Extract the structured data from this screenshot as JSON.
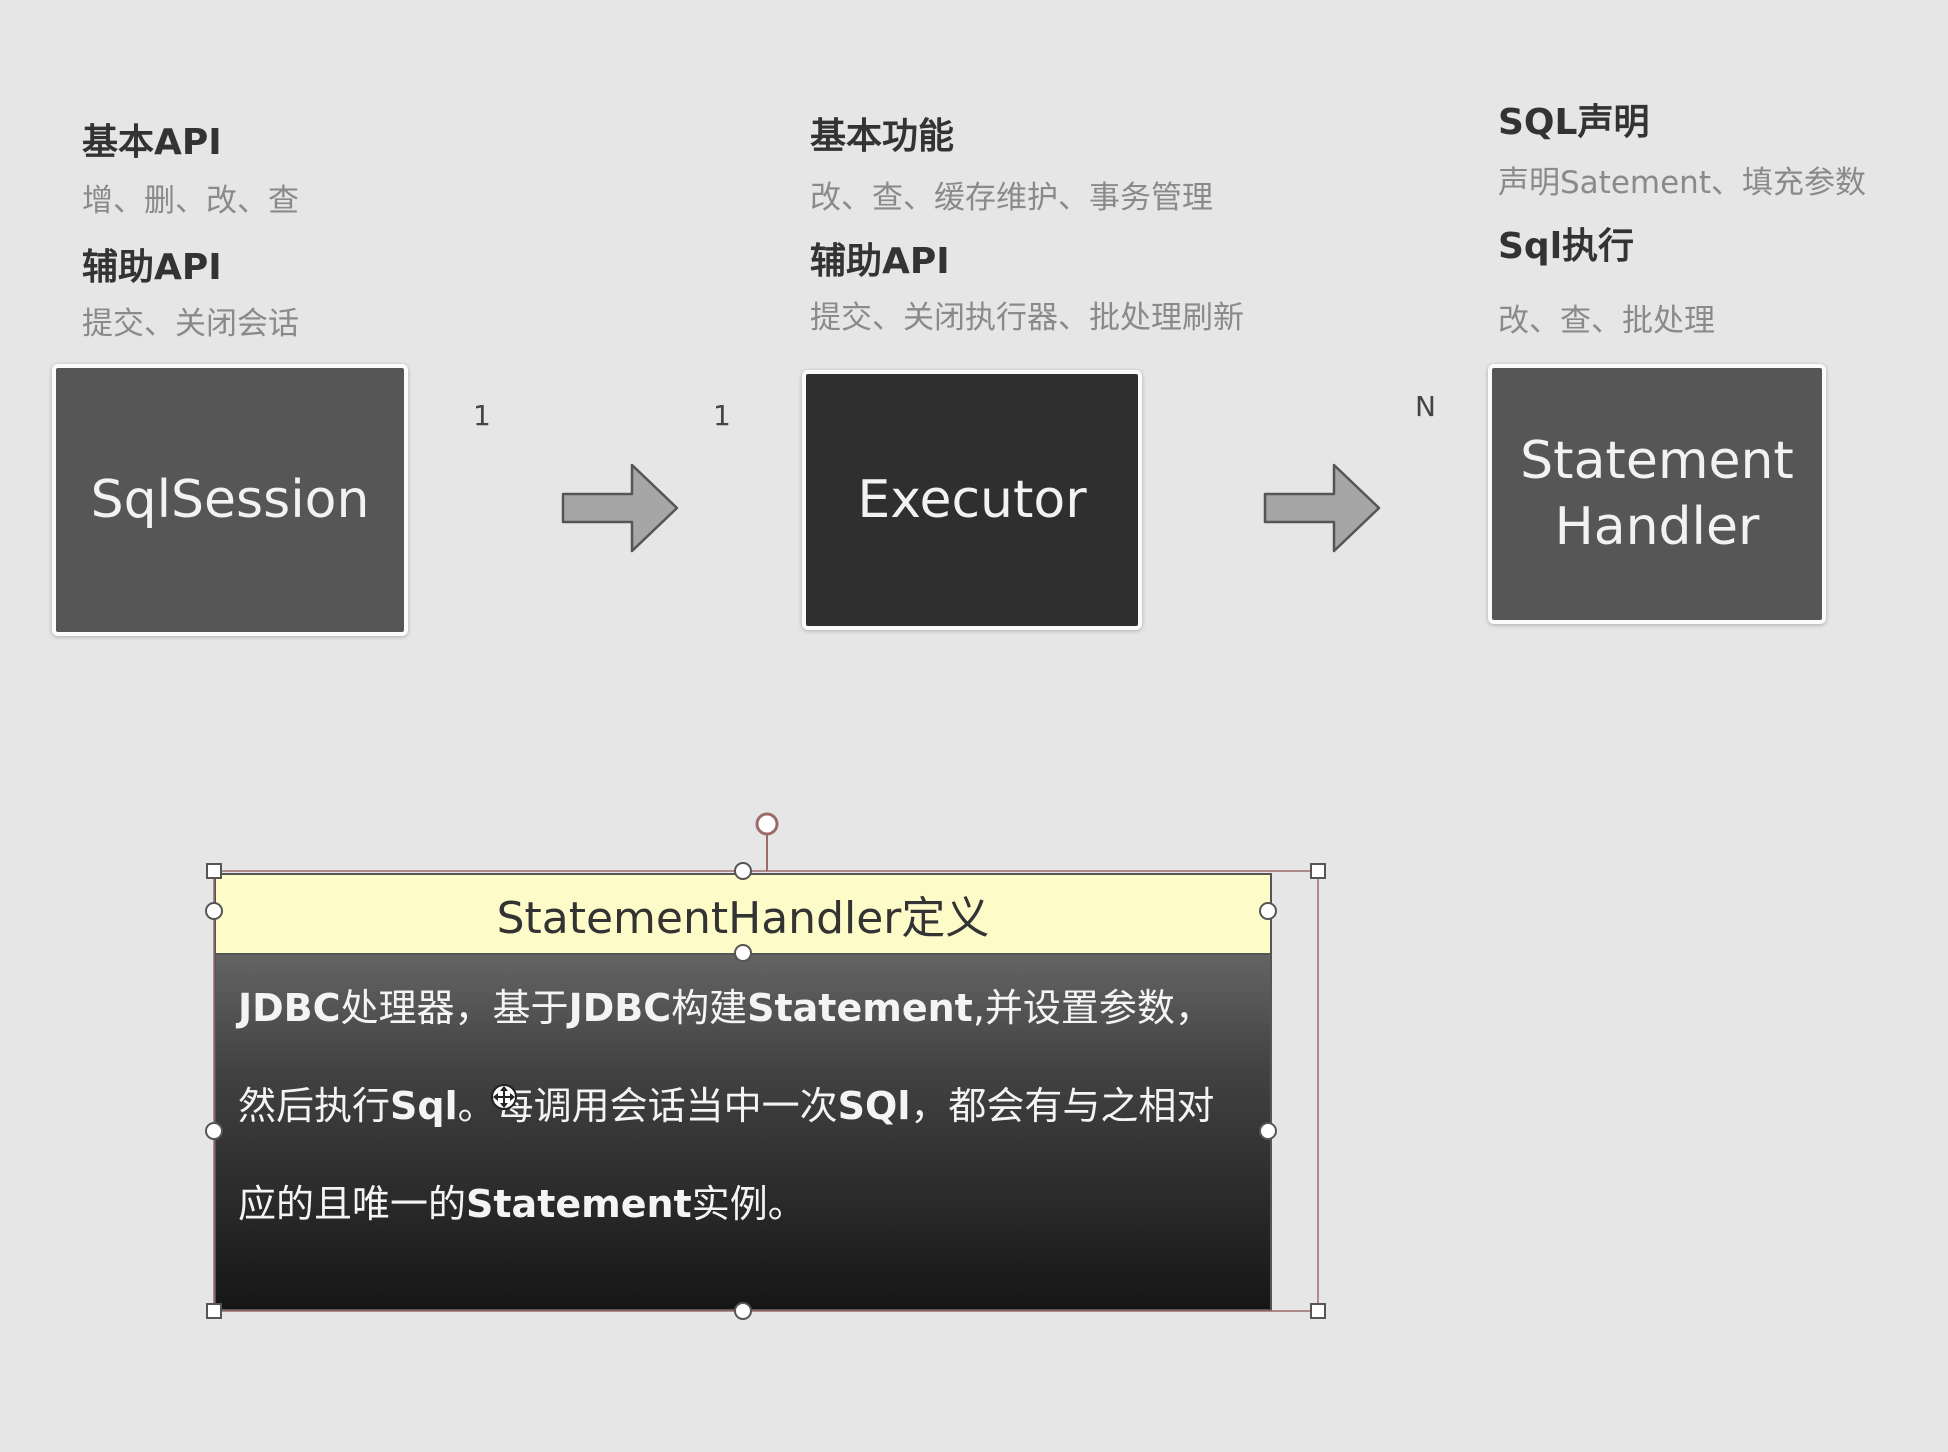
{
  "sqlsession": {
    "heading1": "基本API",
    "detail1": "增、删、改、查",
    "heading2": "辅助API",
    "detail2": "提交、关闭会话",
    "box_label": "SqlSession"
  },
  "executor": {
    "heading1": "基本功能",
    "detail1": "改、查、缓存维护、事务管理",
    "heading2": "辅助API",
    "detail2": "提交、关闭执行器、批处理刷新",
    "box_label": "Executor"
  },
  "statement_handler": {
    "heading1": "SQL声明",
    "detail1": "声明Satement、填充参数",
    "heading2": "Sql执行",
    "detail2": "改、查、批处理",
    "box_label_line1": "Statement",
    "box_label_line2": "Handler"
  },
  "relations": {
    "sqlsession_side": "1",
    "executor_side": "1",
    "handler_side": "N"
  },
  "definition": {
    "title": "StatementHandler定义",
    "segments": [
      {
        "text": "JDBC",
        "bold": true
      },
      {
        "text": "处理器，基于",
        "bold": false
      },
      {
        "text": "JDBC",
        "bold": true
      },
      {
        "text": "构建",
        "bold": false
      },
      {
        "text": "Statement",
        "bold": true
      },
      {
        "text": ",并设置参数，然后执行",
        "bold": false
      },
      {
        "text": "Sql",
        "bold": true
      },
      {
        "text": "。每调用会话当中一次",
        "bold": false
      },
      {
        "text": "SQl",
        "bold": true
      },
      {
        "text": "，都会有与之相对应的且唯一的",
        "bold": false
      },
      {
        "text": "Statement",
        "bold": true
      },
      {
        "text": "实例。",
        "bold": false
      }
    ]
  },
  "colors": {
    "background": "#e6e6e6",
    "box_light": "#565656",
    "box_dark": "#2f2f2f",
    "title_fill": "#fdfcc9",
    "arrow_fill": "#a6a6a6"
  }
}
